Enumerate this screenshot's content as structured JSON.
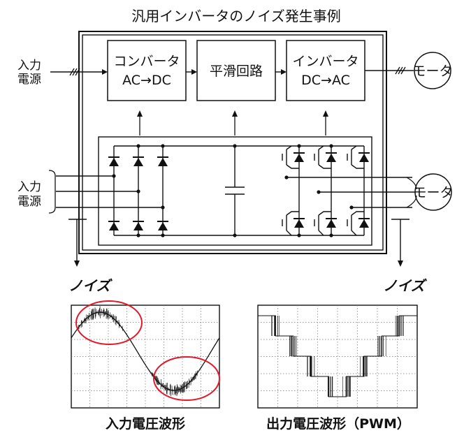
{
  "title": "汎用インバータのノイズ発生事例",
  "input_label": [
    "入力",
    "電源"
  ],
  "blocks": {
    "converter": [
      "コンバータ",
      "AC→DC"
    ],
    "smoothing": "平滑回路",
    "inverter": [
      "インバータ",
      "DC→AC"
    ]
  },
  "motor_label": "モータ",
  "noise_label": "ノイズ",
  "captions": {
    "input_waveform": "入力電圧波形",
    "output_waveform": "出力電圧波形（PWM）"
  },
  "colors": {
    "line": "#111111",
    "grid": "#777777",
    "highlight": "#e2182a"
  },
  "waveforms": {
    "input": {
      "shape": "sine",
      "cycles": 1,
      "noise_regions": [
        "positive-peak",
        "negative-peak"
      ]
    },
    "output": {
      "shape": "pwm-stepped",
      "levels": [
        1,
        0.5,
        0,
        -0.5,
        -1,
        -0.5,
        0,
        0.5,
        1
      ]
    }
  }
}
